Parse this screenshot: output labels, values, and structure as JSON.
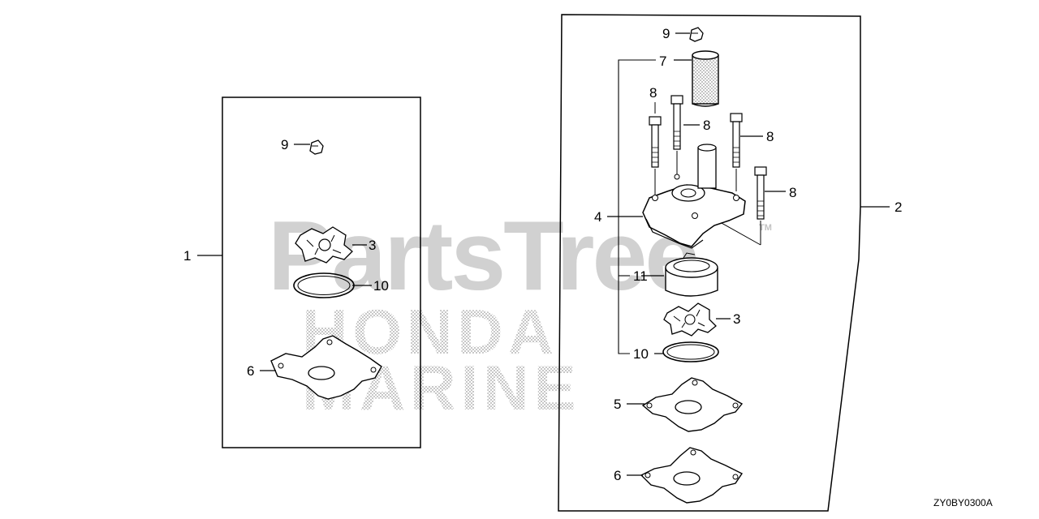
{
  "watermark": {
    "brand": "PartsTree",
    "trademark": "TM",
    "logo_line1": "HONDA",
    "logo_line2": "MARINE"
  },
  "figure_code": "ZY0BY0300A",
  "kit_left": {
    "label": "1",
    "parts": {
      "p9": "9",
      "p3": "3",
      "p10": "10",
      "p6": "6"
    }
  },
  "kit_right": {
    "label": "2",
    "parts": {
      "p9": "9",
      "p7": "7",
      "p8a": "8",
      "p8b": "8",
      "p8c": "8",
      "p8d": "8",
      "p4": "4",
      "p11": "11",
      "p3": "3",
      "p10": "10",
      "p5": "5",
      "p6": "6"
    }
  }
}
